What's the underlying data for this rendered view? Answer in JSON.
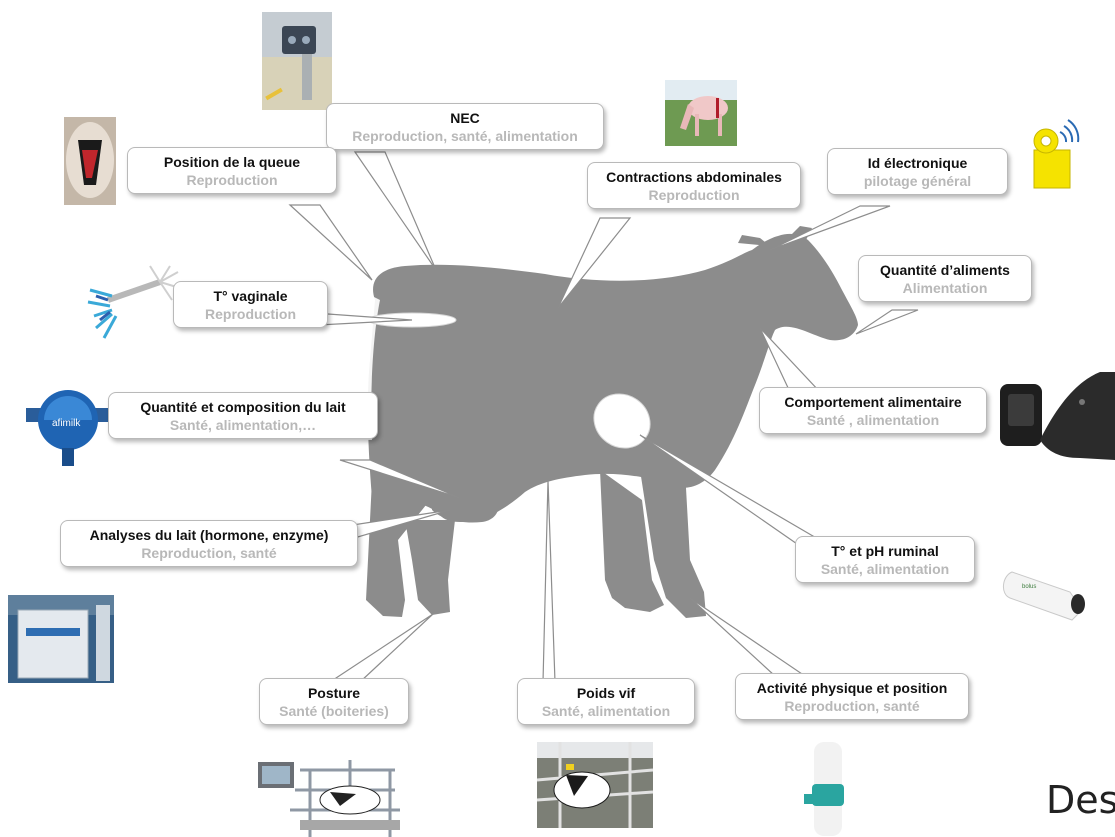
{
  "labels": {
    "nec": {
      "title": "NEC",
      "sub": "Reproduction, santé, alimentation"
    },
    "queue": {
      "title": "Position de la queue",
      "sub": "Reproduction"
    },
    "contract": {
      "title": "Contractions abdominales",
      "sub": "Reproduction"
    },
    "idelec": {
      "title": "Id électronique",
      "sub": "pilotage général"
    },
    "qaliments": {
      "title": "Quantité d’aliments",
      "sub": "Alimentation"
    },
    "tvag": {
      "title": "T° vaginale",
      "sub": "Reproduction"
    },
    "lait": {
      "title": "Quantité et composition du lait",
      "sub": "Santé, alimentation,…"
    },
    "compalim": {
      "title": "Comportement alimentaire",
      "sub": "Santé , alimentation"
    },
    "analyses": {
      "title": "Analyses du lait (hormone, enzyme)",
      "sub": "Reproduction, santé"
    },
    "ph": {
      "title": "T° et pH ruminal",
      "sub": "Santé, alimentation"
    },
    "posture": {
      "title": "Posture",
      "sub": "Santé (boiteries)"
    },
    "poids": {
      "title": "Poids vif",
      "sub": "Santé, alimentation"
    },
    "activite": {
      "title": "Activité physique et position",
      "sub": "Reproduction, santé"
    }
  },
  "images": {
    "afimilk_text": "afimilk"
  },
  "footer": "Des",
  "colors": {
    "cow": "#8c8c8c",
    "subtitle": "#b8b8b8",
    "tag": "#f5e300",
    "collar": "#2aa5a0"
  }
}
